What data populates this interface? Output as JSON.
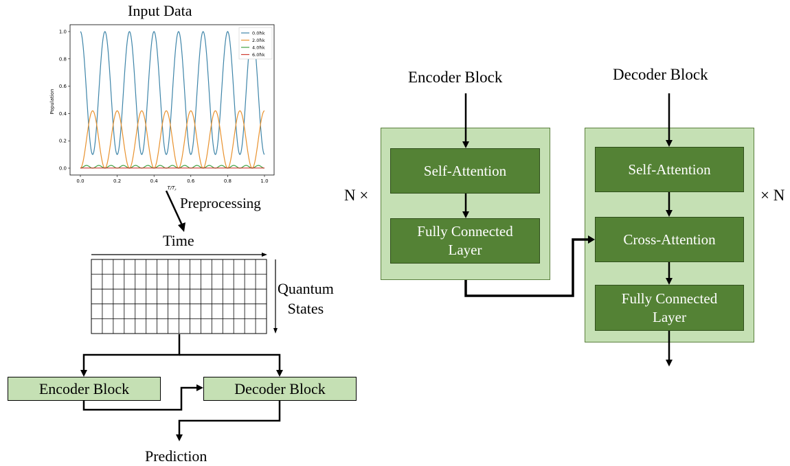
{
  "left_panel": {
    "input_title": "Input Data",
    "preprocessing_label": "Preprocessing",
    "time_label": "Time",
    "quantum_states_label": [
      "Quantum",
      "States"
    ],
    "encoder_label": "Encoder Block",
    "decoder_label": "Decoder Block",
    "prediction_label": "Prediction"
  },
  "right_panel": {
    "encoder_title": "Encoder Block",
    "decoder_title": "Decoder Block",
    "encoder_repeat": "N ×",
    "decoder_repeat": "× N",
    "encoder_layers": [
      "Self-Attention",
      "Fully Connected Layer"
    ],
    "decoder_layers": [
      "Self-Attention",
      "Cross-Attention",
      "Fully Connected Layer"
    ]
  },
  "colors": {
    "panel_fill": "#c5e0b4",
    "layer_fill": "#548235",
    "series_blue": "#3d84a8",
    "series_orange": "#e8912d",
    "series_green": "#3f9f3f",
    "series_red": "#d03a30"
  },
  "chart_data": {
    "type": "line",
    "title": "",
    "xlabel": "T/T_r",
    "ylabel": "Population",
    "xlim": [
      0.0,
      1.0
    ],
    "ylim": [
      0.0,
      1.0
    ],
    "xticks": [
      "0.0",
      "0.2",
      "0.4",
      "0.6",
      "0.8",
      "1.0"
    ],
    "yticks": [
      "0.0",
      "0.2",
      "0.4",
      "0.6",
      "0.8",
      "1.0"
    ],
    "legend_position": "top-right",
    "grid": false,
    "series": [
      {
        "name": "0.0ħk",
        "color": "#3d84a8",
        "model": "0.55+0.45*cos(2*pi*7.5*x)"
      },
      {
        "name": "2.0ħk",
        "color": "#e8912d",
        "model": "0.21-0.21*cos(2*pi*7.5*x)"
      },
      {
        "name": "4.0ħk",
        "color": "#3f9f3f",
        "model": "0.02*(1-cos(2*pi*7.5*x)) small bumps"
      },
      {
        "name": "6.0ħk",
        "color": "#d03a30",
        "model": "~0"
      }
    ]
  }
}
